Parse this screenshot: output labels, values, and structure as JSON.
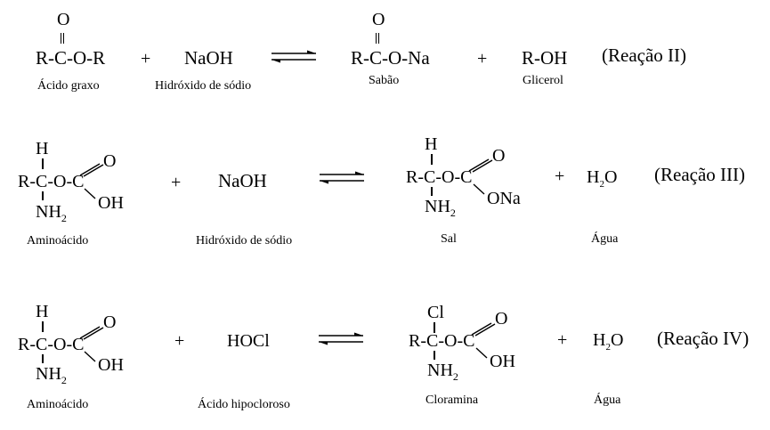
{
  "r2": {
    "reactant": {
      "o": "O",
      "formula": "R-C-O-R",
      "label": "Ácido graxo"
    },
    "plus1": "+",
    "reagent": {
      "formula": "NaOH",
      "label": "Hidróxido de sódio"
    },
    "product": {
      "o": "O",
      "formula": "R-C-O-Na",
      "label": "Sabão"
    },
    "plus2": "+",
    "byproduct": {
      "formula": "R-OH",
      "label": "Glicerol"
    },
    "name": "(Reação II)"
  },
  "r3": {
    "reactant": {
      "top": "H",
      "chain": "R-C-O-C",
      "o": "O",
      "oh": "OH",
      "nh": "NH",
      "nh_sub": "2",
      "label": "Aminoácido"
    },
    "plus1": "+",
    "reagent": {
      "formula": "NaOH",
      "label": "Hidróxido de sódio"
    },
    "product": {
      "top": "H",
      "chain": "R-C-O-C",
      "o": "O",
      "ona": "ONa",
      "nh": "NH",
      "nh_sub": "2",
      "label": "Sal"
    },
    "plus2": "+",
    "byproduct": {
      "h": "H",
      "h_sub": "2",
      "o": "O",
      "label": "Água"
    },
    "name": "(Reação III)"
  },
  "r4": {
    "reactant": {
      "top": "H",
      "chain": "R-C-O-C",
      "o": "O",
      "oh": "OH",
      "nh": "NH",
      "nh_sub": "2",
      "label": "Aminoácido"
    },
    "plus1": "+",
    "reagent": {
      "formula": "HOCl",
      "label": "Ácido hipocloroso"
    },
    "product": {
      "top": "Cl",
      "chain": "R-C-O-C",
      "o": "O",
      "oh": "OH",
      "nh": "NH",
      "nh_sub": "2",
      "label": "Cloramina"
    },
    "plus2": "+",
    "byproduct": {
      "h": "H",
      "h_sub": "2",
      "o": "O",
      "label": "Água"
    },
    "name": "(Reação IV)"
  }
}
